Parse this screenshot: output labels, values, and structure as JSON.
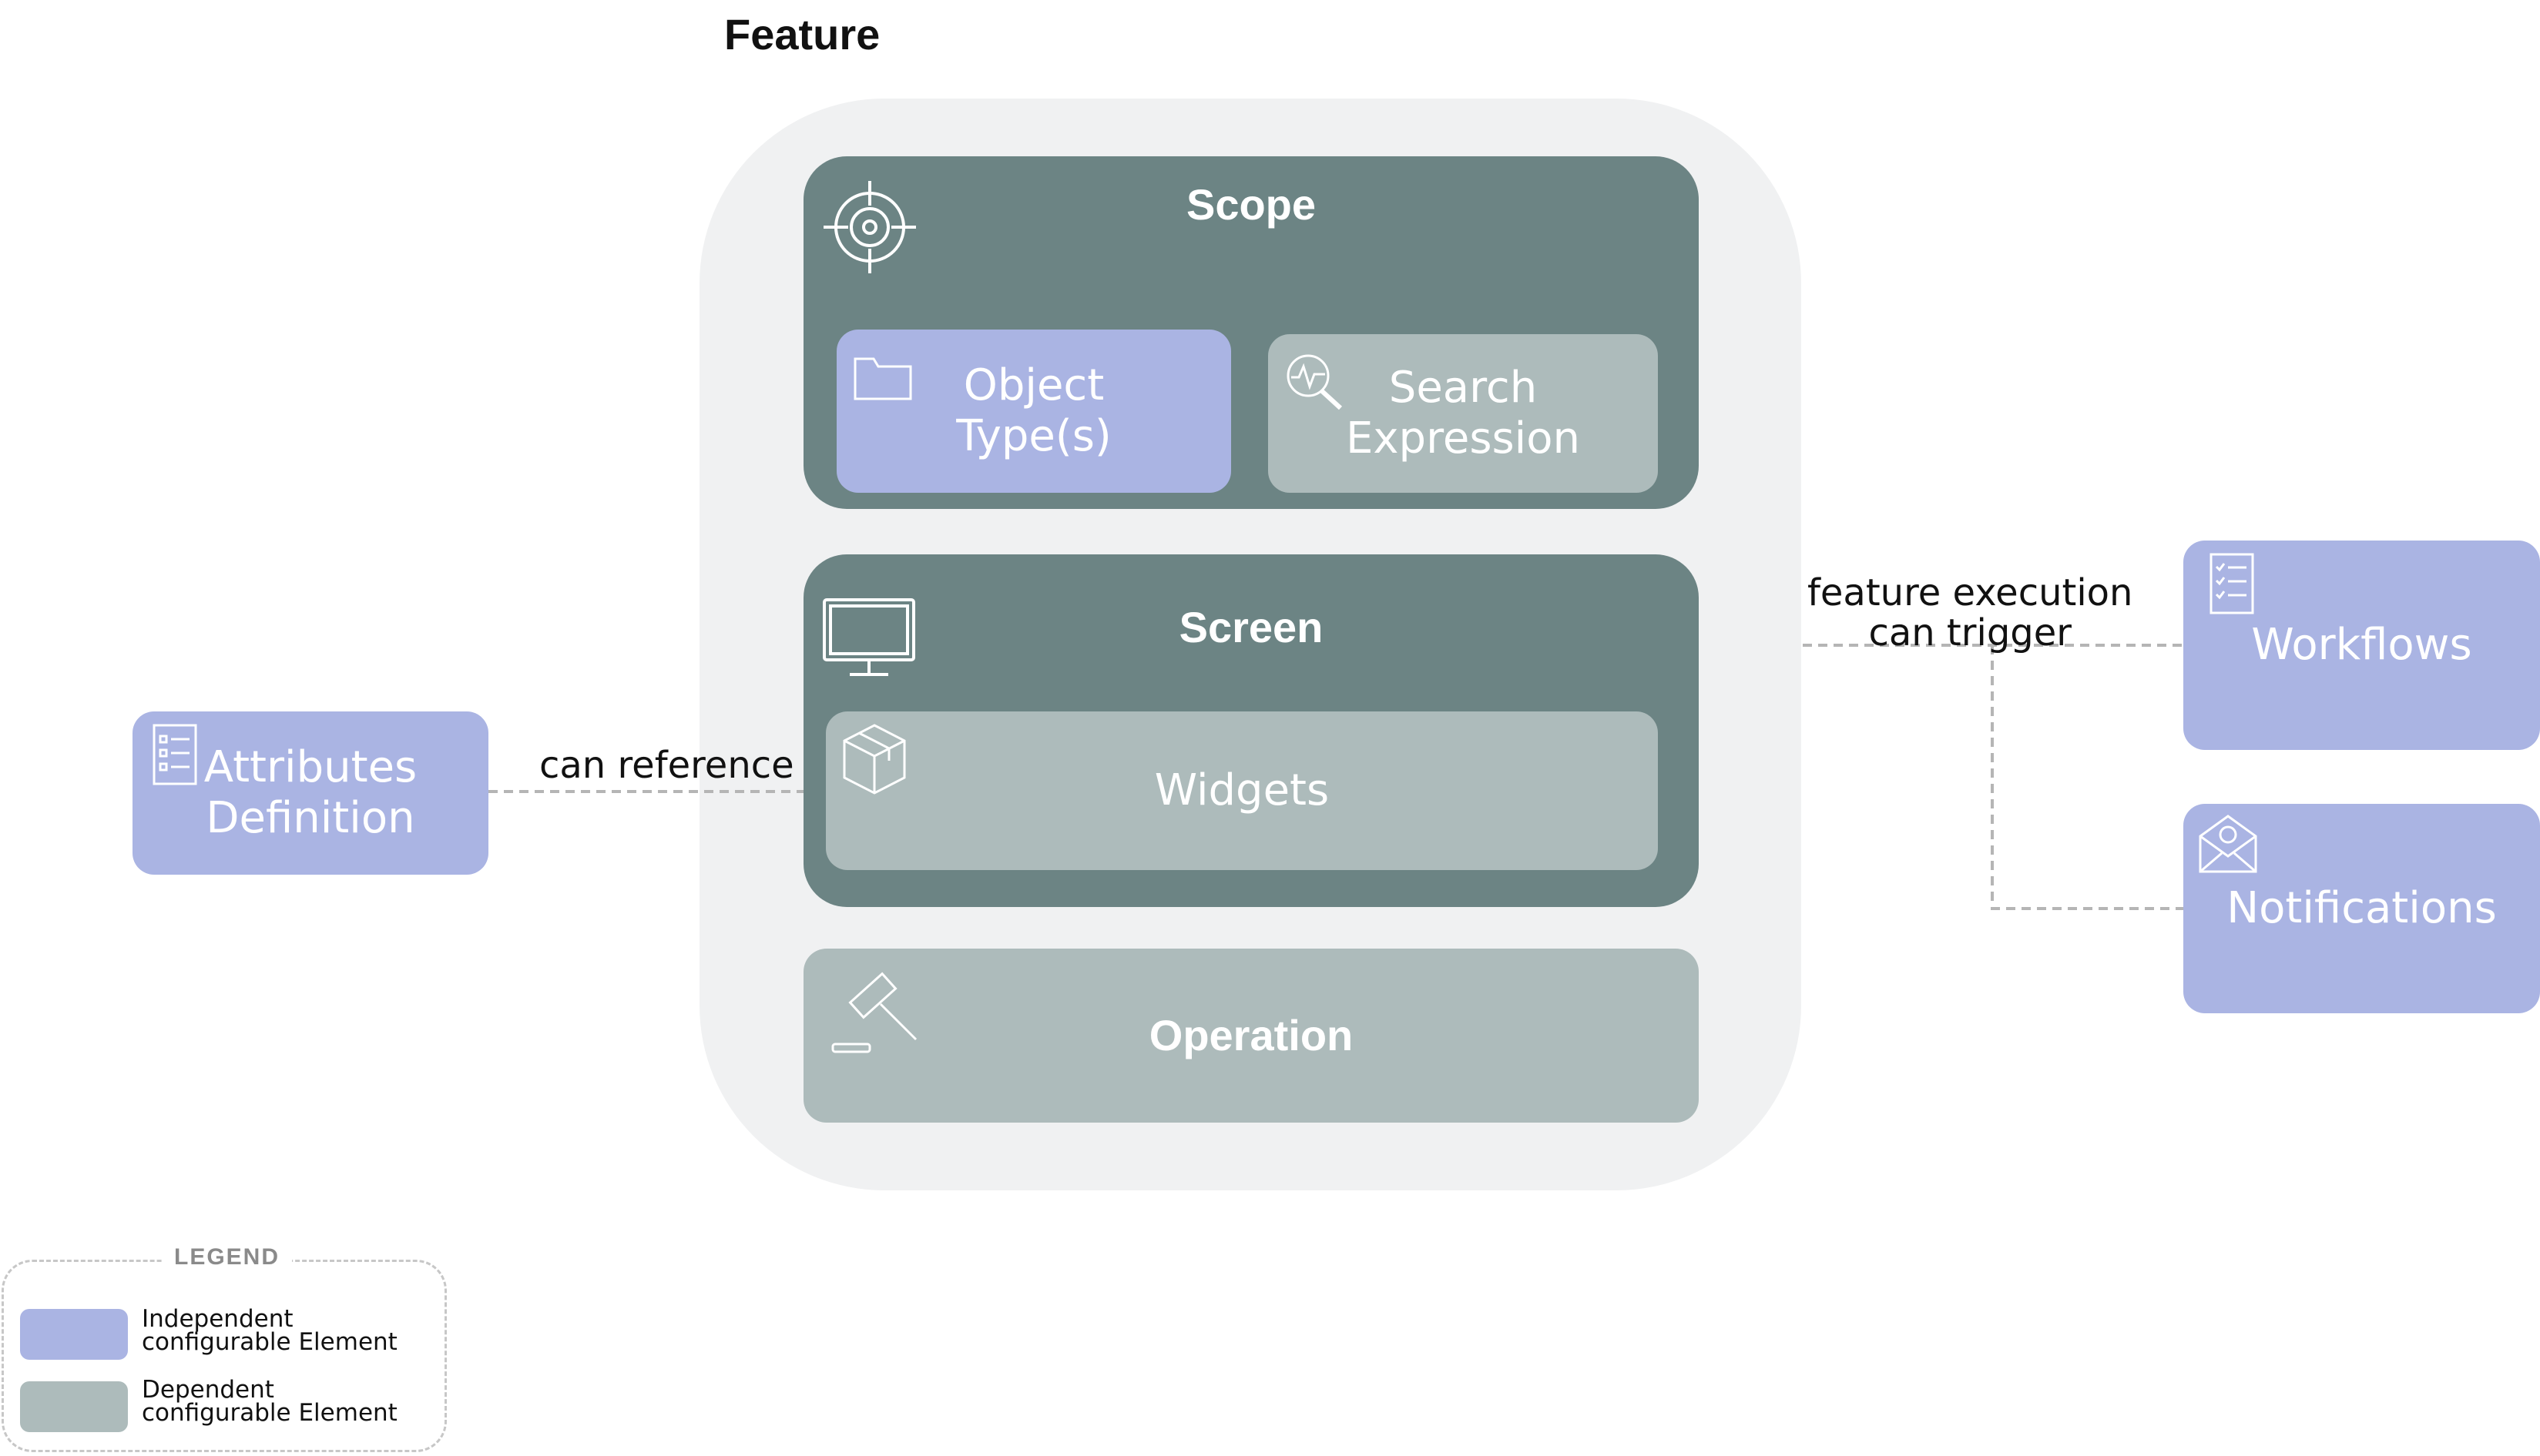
{
  "title": "Feature",
  "scope": {
    "title": "Scope",
    "object_types": "Object\nType(s)",
    "search_expression": "Search\nExpression"
  },
  "screen": {
    "title": "Screen",
    "widgets": "Widgets"
  },
  "operation": {
    "title": "Operation"
  },
  "attributes": {
    "label": "Attributes\nDefinition"
  },
  "workflows": {
    "label": "Workflows"
  },
  "notifications": {
    "label": "Notifications"
  },
  "connectors": {
    "can_reference": "can reference",
    "feature_execution": "feature execution\ncan trigger"
  },
  "legend": {
    "title": "LEGEND",
    "independent": "Independent\nconfigurable Element",
    "dependent": "Dependent\nconfigurable Element"
  },
  "colors": {
    "independent": "#aab4e3",
    "dependent": "#adbbbb",
    "container": "#6c8484",
    "feature_background": "#f0f1f2"
  },
  "icons": [
    "target-icon",
    "folder-icon",
    "search-pulse-icon",
    "monitor-icon",
    "package-icon",
    "gavel-icon",
    "checklist-icon",
    "mail-icon"
  ]
}
